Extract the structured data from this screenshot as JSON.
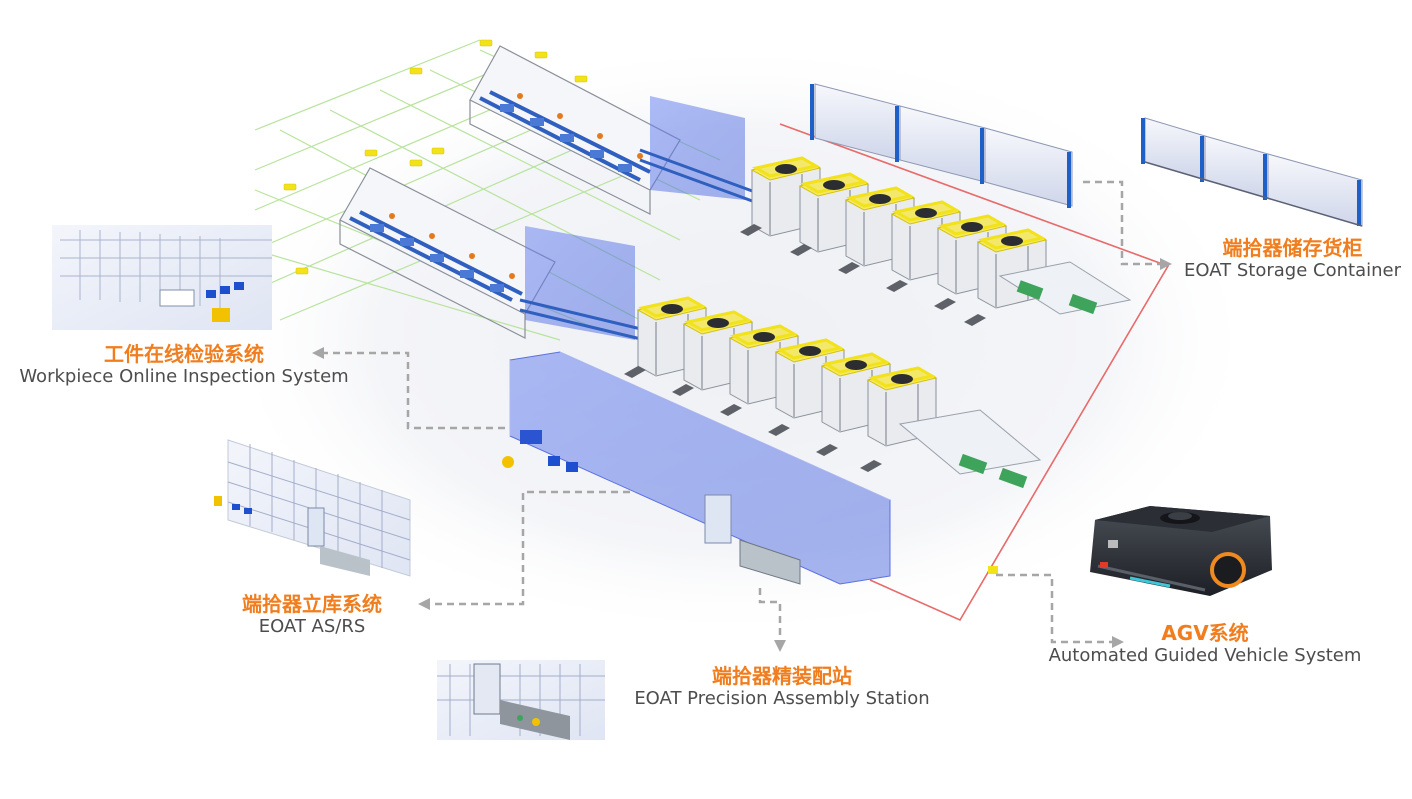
{
  "labels": {
    "inspection": {
      "cn": "工件在线检验系统",
      "en": "Workpiece Online Inspection System"
    },
    "storage": {
      "cn": "端拾器储存货柜",
      "en": "EOAT  Storage Container"
    },
    "asrs": {
      "cn": "端拾器立库系统",
      "en": "EOAT  AS/RS"
    },
    "assembly": {
      "cn": "端拾器精装配站",
      "en": "EOAT  Precision Assembly Station"
    },
    "agv": {
      "cn": "AGV系统",
      "en": "Automated Guided Vehicle System"
    }
  },
  "colors": {
    "accent_orange": "#f07d1e",
    "text_gray": "#4d4d4d",
    "connector_gray": "#a6a6a6",
    "glass_blue": "#3b5bdb",
    "fence_yellow": "#f2e21a",
    "floor_green": "#9ad67a",
    "boundary_red": "#e86a6a"
  }
}
